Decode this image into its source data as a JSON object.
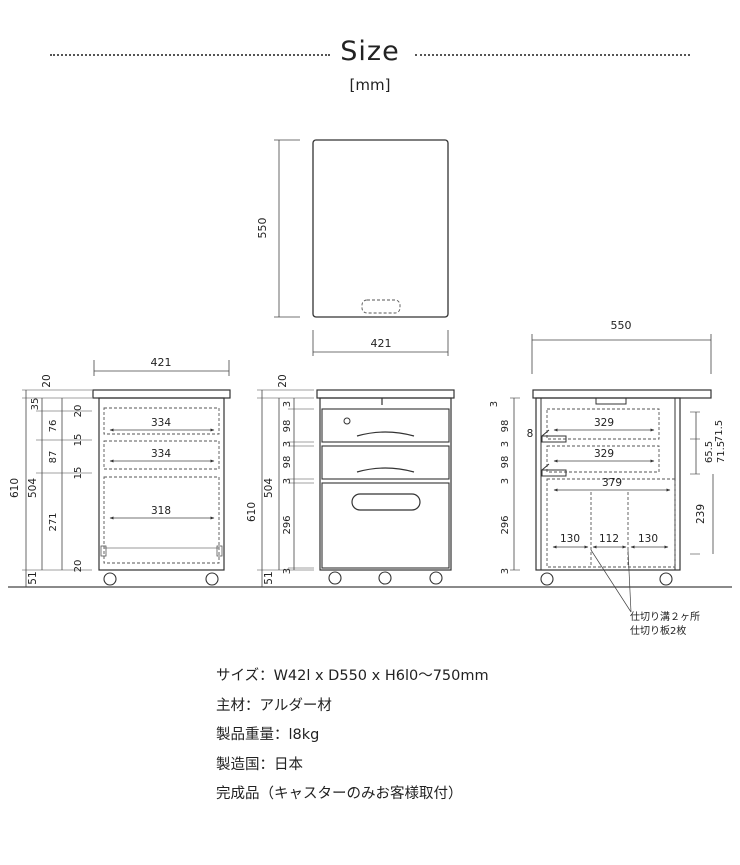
{
  "title": "Size",
  "unit": "[mm]",
  "top_view": {
    "depth": "550",
    "width": "421"
  },
  "front_view": {
    "width": "421",
    "inner_top": "334",
    "inner_middle": "334",
    "inner_bottom": "318",
    "heights": {
      "total": "610",
      "top": "20",
      "body": "504",
      "caster": "51"
    },
    "left_dims": [
      "35",
      "76",
      "87",
      "271"
    ],
    "inner_dims": [
      "20",
      "15",
      "15",
      "20"
    ]
  },
  "side_view": {
    "total": "610",
    "top": "20",
    "body": "504",
    "caster": "51",
    "drawer_dims": [
      "3",
      "98",
      "3",
      "98",
      "3",
      "296",
      "3"
    ]
  },
  "section_view": {
    "depth": "550",
    "drawer_left": [
      "3",
      "98",
      "3",
      "98",
      "3",
      "296",
      "3"
    ],
    "offset": "8",
    "inner_top": "329",
    "inner_middle": "329",
    "inner_bottom": "379",
    "right_dims": [
      "71.5",
      "65.5",
      "71.5",
      "239"
    ],
    "partitions": [
      "130",
      "112",
      "130"
    ],
    "note": [
      "仕切り溝２ヶ所",
      "仕切り板2枚"
    ]
  },
  "specs": [
    "サイズ：W42l x D550 x H6l0〜750mm",
    "主材：アルダー材",
    "製品重量：l8kg",
    "製造国：日本",
    "完成品（キャスターのみお客様取付）"
  ]
}
